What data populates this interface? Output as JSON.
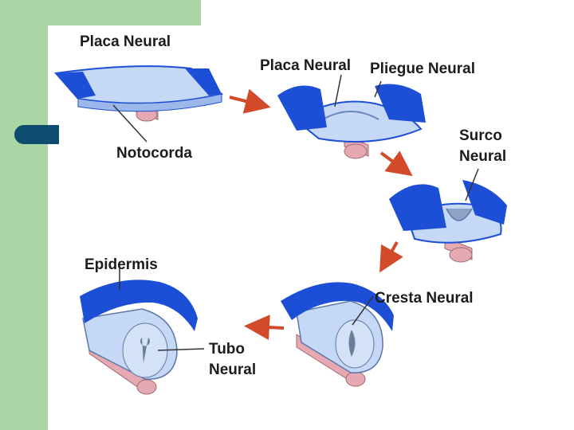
{
  "colors": {
    "sidebar": "#a9d4a3",
    "bullet": "#0d4c6e",
    "ectoderm_dark": "#1d4fd6",
    "ectoderm_light": "#c5d8f6",
    "notochord": "#e6a9b2",
    "arrow": "#d24a2a"
  },
  "labels": {
    "placa_neural_1": "Placa Neural",
    "notocorda": "Notocorda",
    "placa_neural_2": "Placa Neural",
    "pliegue_neural": "Pliegue Neural",
    "surco_1": "Surco",
    "surco_2": "Neural",
    "cresta_neural": "Cresta Neural",
    "epidermis": "Epidermis",
    "tubo_1": "Tubo",
    "tubo_2": "Neural"
  }
}
